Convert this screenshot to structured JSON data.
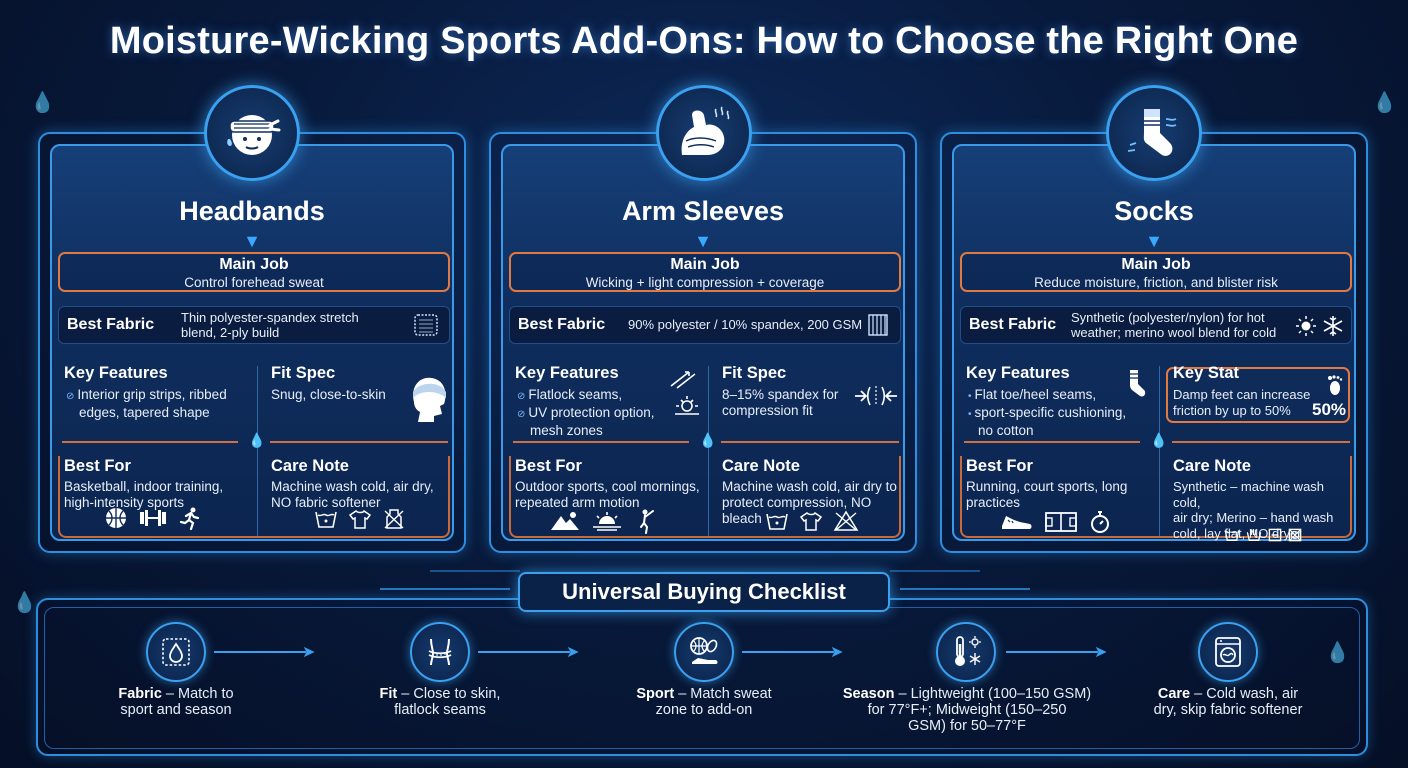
{
  "title": "Moisture-Wicking Sports Add-Ons: How to Choose the Right One",
  "colors": {
    "accent": "#3aa0f0",
    "highlight": "#e07a42",
    "background": "#081a3c"
  },
  "cards": [
    {
      "icon": "headband-icon",
      "title": "Headbands",
      "main_job_heading": "Main Job",
      "main_job": "Control forehead sweat",
      "fabric_heading": "Best Fabric",
      "fabric_line1": "Thin polyester-spandex stretch",
      "fabric_line2": "blend, 2-ply build",
      "fabric_icon": "fabric-swatch-icon",
      "features_heading": "Key Features",
      "features_lines": [
        "Interior grip strips, ribbed",
        "edges, tapered shape"
      ],
      "right_heading": "Fit Spec",
      "right_lines": [
        "Snug, close-to-skin"
      ],
      "right_icon": "head-profile-icon",
      "best_for_heading": "Best For",
      "best_for_lines": [
        "Basketball, indoor training,",
        "high-intensity sports"
      ],
      "best_for_icons": [
        "basketball-icon",
        "dumbbell-icon",
        "runner-icon"
      ],
      "care_heading": "Care Note",
      "care_lines": [
        "Machine wash cold, air dry,",
        "NO fabric softener"
      ],
      "care_icons": [
        "wash-cold-icon",
        "shirt-icon",
        "no-softener-icon"
      ]
    },
    {
      "icon": "flexed-arm-icon",
      "title": "Arm Sleeves",
      "main_job_heading": "Main Job",
      "main_job": "Wicking + light compression + coverage",
      "fabric_heading": "Best Fabric",
      "fabric_line1": "90% polyester / 10% spandex, 200 GSM",
      "fabric_line2": "",
      "fabric_icon": "fabric-weave-icon",
      "features_heading": "Key Features",
      "features_lines": [
        "Flatlock seams,",
        "UV protection option,",
        "mesh zones"
      ],
      "right_heading": "Fit Spec",
      "right_lines": [
        "8–15% spandex for",
        "compression fit"
      ],
      "right_icon": "compression-arrows-icon",
      "best_for_heading": "Best For",
      "best_for_lines": [
        "Outdoor sports, cool mornings,",
        "repeated arm motion"
      ],
      "best_for_icons": [
        "mountain-icon",
        "sunrise-icon",
        "golfer-icon"
      ],
      "care_heading": "Care Note",
      "care_lines": [
        "Machine wash cold, air dry to",
        "protect compression, NO bleach"
      ],
      "care_icons": [
        "wash-cold-icon",
        "shirt-icon",
        "no-bleach-icon"
      ]
    },
    {
      "icon": "sock-icon",
      "title": "Socks",
      "main_job_heading": "Main Job",
      "main_job": "Reduce moisture, friction, and blister risk",
      "fabric_heading": "Best Fabric",
      "fabric_line1": "Synthetic (polyester/nylon) for hot",
      "fabric_line2": "weather; merino wool blend for cold",
      "fabric_icon": "sun-snow-icon",
      "features_heading": "Key Features",
      "features_lines": [
        "Flat toe/heel seams,",
        "sport-specific cushioning,",
        "no cotton"
      ],
      "right_heading": "Key Stat",
      "right_lines": [
        "Damp feet can increase",
        "friction by up to 50%"
      ],
      "right_stat": "50%",
      "right_icon": "foot-icon",
      "best_for_heading": "Best For",
      "best_for_lines": [
        "Running, court sports, long",
        "practices"
      ],
      "best_for_icons": [
        "shoe-icon",
        "court-icon",
        "stopwatch-icon"
      ],
      "care_heading": "Care Note",
      "care_lines": [
        "Synthetic – machine wash cold,",
        "air dry; Merino – hand wash",
        "cold, lay flat, NO dryer"
      ],
      "care_icons": [
        "wash-cold-icon",
        "hand-wash-icon",
        "dry-flat-icon",
        "no-dryer-icon"
      ]
    }
  ],
  "checklist": {
    "title": "Universal Buying Checklist",
    "steps": [
      {
        "icon": "fabric-drop-icon",
        "label": "Fabric",
        "line1": " – Match to",
        "line2": "sport and season",
        "line3": ""
      },
      {
        "icon": "body-measure-icon",
        "label": "Fit",
        "line1": " – Close to skin,",
        "line2": "flatlock seams",
        "line3": ""
      },
      {
        "icon": "sports-balls-icon",
        "label": "Sport",
        "line1": " – Match sweat",
        "line2": "zone to add-on",
        "line3": ""
      },
      {
        "icon": "thermometer-weather-icon",
        "label": "Season",
        "line1": " – Lightweight (100–150 GSM)",
        "line2": "for 77°F+; Midweight (150–250",
        "line3": "GSM) for 50–77°F"
      },
      {
        "icon": "washing-machine-icon",
        "label": "Care",
        "line1": " – Cold wash, air",
        "line2": "dry, skip fabric softener",
        "line3": ""
      }
    ]
  }
}
